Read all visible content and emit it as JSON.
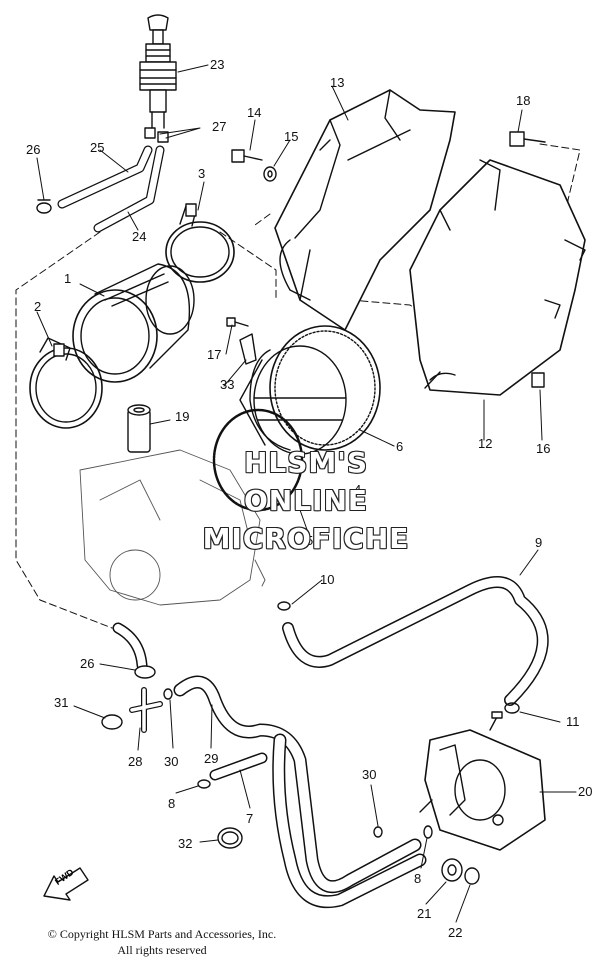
{
  "callouts": [
    {
      "id": "c1",
      "text": "1"
    },
    {
      "id": "c2",
      "text": "2"
    },
    {
      "id": "c3",
      "text": "3"
    },
    {
      "id": "c4",
      "text": "4"
    },
    {
      "id": "c5",
      "text": "5"
    },
    {
      "id": "c6",
      "text": "6"
    },
    {
      "id": "c7",
      "text": "7"
    },
    {
      "id": "c8a",
      "text": "8"
    },
    {
      "id": "c8b",
      "text": "8"
    },
    {
      "id": "c9",
      "text": "9"
    },
    {
      "id": "c10",
      "text": "10"
    },
    {
      "id": "c11",
      "text": "11"
    },
    {
      "id": "c12",
      "text": "12"
    },
    {
      "id": "c13",
      "text": "13"
    },
    {
      "id": "c14",
      "text": "14"
    },
    {
      "id": "c15",
      "text": "15"
    },
    {
      "id": "c16",
      "text": "16"
    },
    {
      "id": "c17",
      "text": "17"
    },
    {
      "id": "c18",
      "text": "18"
    },
    {
      "id": "c19",
      "text": "19"
    },
    {
      "id": "c20",
      "text": "20"
    },
    {
      "id": "c21",
      "text": "21"
    },
    {
      "id": "c22",
      "text": "22"
    },
    {
      "id": "c23",
      "text": "23"
    },
    {
      "id": "c24",
      "text": "24"
    },
    {
      "id": "c25",
      "text": "25"
    },
    {
      "id": "c26a",
      "text": "26"
    },
    {
      "id": "c26b",
      "text": "26"
    },
    {
      "id": "c27",
      "text": "27"
    },
    {
      "id": "c28",
      "text": "28"
    },
    {
      "id": "c29",
      "text": "29"
    },
    {
      "id": "c30a",
      "text": "30"
    },
    {
      "id": "c30b",
      "text": "30"
    },
    {
      "id": "c31",
      "text": "31"
    },
    {
      "id": "c32",
      "text": "32"
    },
    {
      "id": "c33",
      "text": "33"
    }
  ],
  "watermark": {
    "line1": "HLSM'S",
    "line2": "ONLINE",
    "line3": "MICROFICHE"
  },
  "direction_label": "FWD",
  "copyright": {
    "line1": "© Copyright HLSM Parts and Accessories, Inc.",
    "line2": "All rights reserved"
  },
  "colors": {
    "line": "#111111",
    "background": "#ffffff",
    "watermark_fill": "#ffffff"
  }
}
